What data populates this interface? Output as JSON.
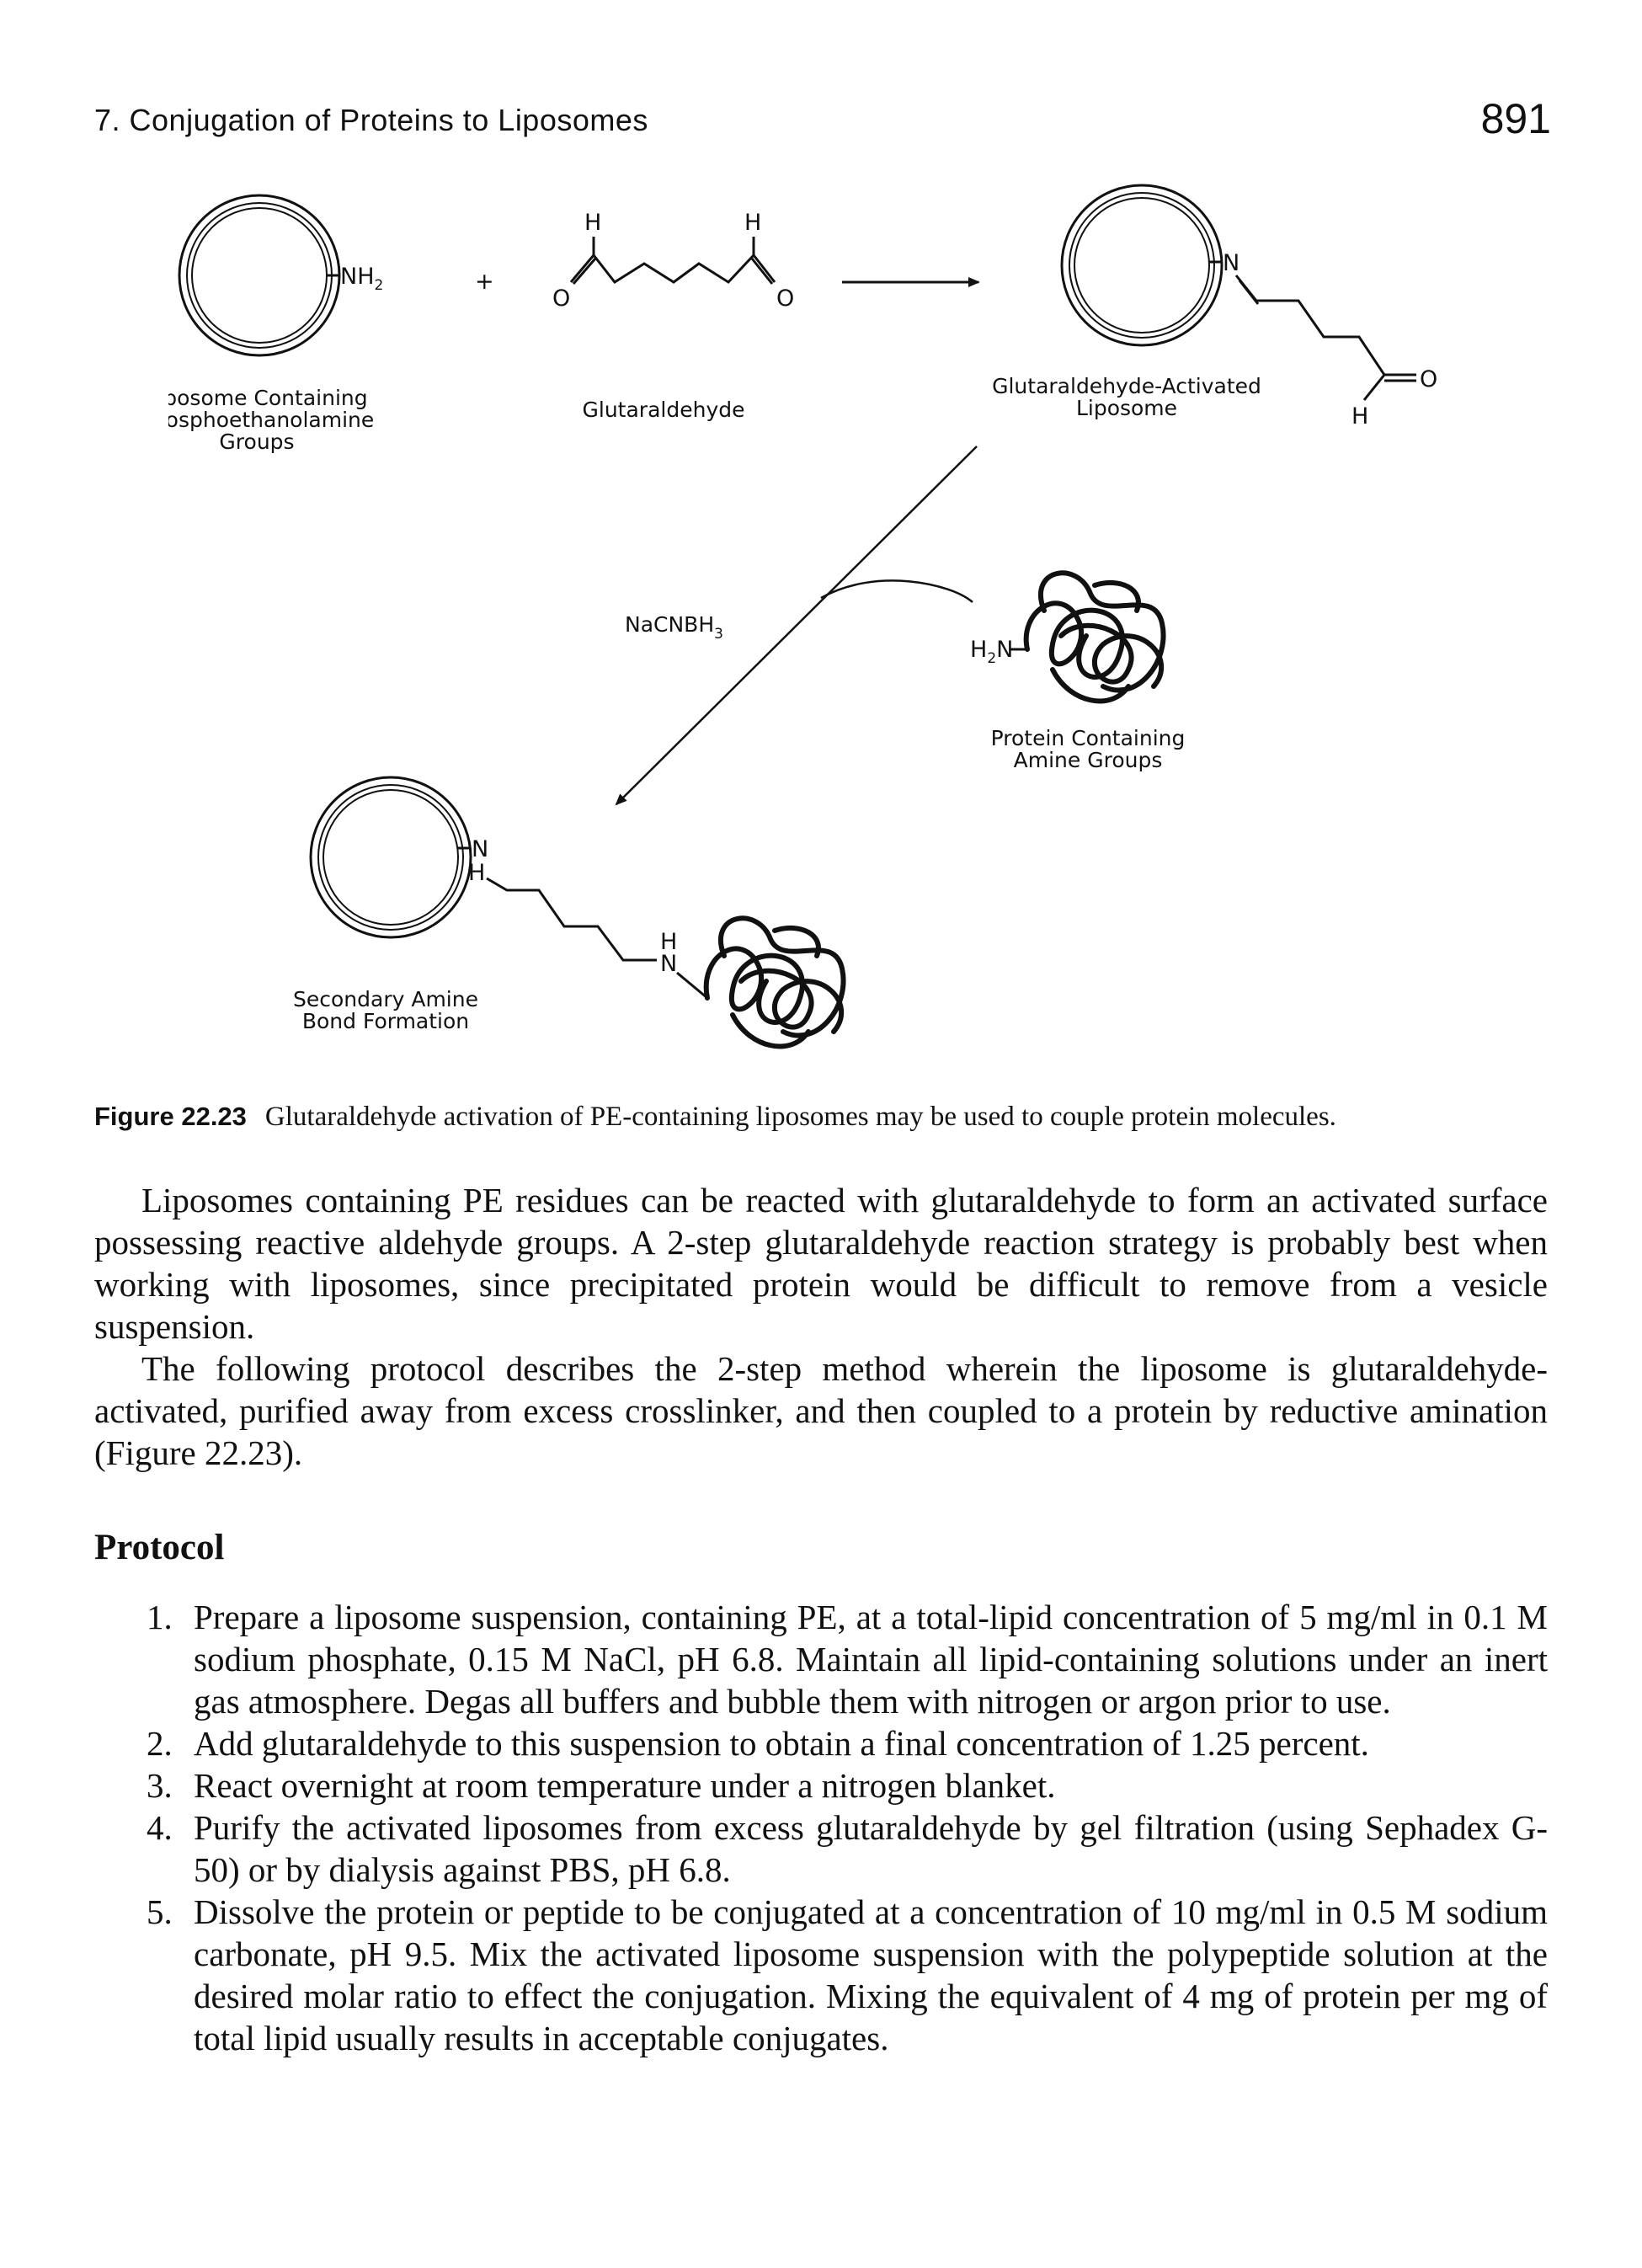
{
  "running_head": {
    "title": "7. Conjugation of Proteins to Liposomes",
    "page_number": "891"
  },
  "figure": {
    "label_liposome_pe": [
      "Liposome Containing",
      "Phosphoethanolamine",
      "Groups"
    ],
    "label_glutaraldehyde": "Glutaraldehyde",
    "label_activated": [
      "Glutaraldehyde-Activated",
      "Liposome"
    ],
    "label_reductant": "NaCNBH",
    "label_reductant_sub": "3",
    "label_protein": [
      "Protein Containing",
      "Amine Groups"
    ],
    "label_product": [
      "Secondary Amine",
      "Bond Formation"
    ],
    "plus": "+",
    "atoms": {
      "nh2": "NH",
      "nh2_sub": "2",
      "h": "H",
      "o": "O",
      "n": "N",
      "h2n_h": "H",
      "h2n_sub": "2",
      "h2n_n": "N"
    }
  },
  "caption": {
    "label": "Figure 22.23",
    "text": "Glutaraldehyde activation of PE-containing liposomes may be used to couple protein molecules."
  },
  "paragraphs": [
    "Liposomes containing PE residues can be reacted with glutaraldehyde to form an activated surface possessing reactive aldehyde groups. A 2-step glutaraldehyde reaction strategy is probably best when working with liposomes, since precipitated protein would be difficult to remove from a vesicle suspension.",
    "The following protocol describes the 2-step method wherein the liposome is glutaraldehyde-activated, purified away from excess crosslinker, and then coupled to a protein by reductive amination (Figure 22.23)."
  ],
  "protocol": {
    "heading": "Protocol",
    "steps": [
      {
        "num": "1.",
        "text": "Prepare a liposome suspension, containing PE, at a total-lipid concentration of 5 mg/ml in 0.1 M sodium phosphate, 0.15 M NaCl, pH 6.8. Maintain all lipid-containing solutions under an inert gas atmosphere. Degas all buffers and bubble them with nitrogen or argon prior to use."
      },
      {
        "num": "2.",
        "text": "Add glutaraldehyde to this suspension to obtain a final concentration of 1.25 percent."
      },
      {
        "num": "3.",
        "text": "React overnight at room temperature under a nitrogen blanket."
      },
      {
        "num": "4.",
        "text": "Purify the activated liposomes from excess glutaraldehyde by gel filtration (using Sephadex G-50) or by dialysis against PBS, pH 6.8."
      },
      {
        "num": "5.",
        "text": "Dissolve the protein or peptide to be conjugated at a concentration of 10 mg/ml in 0.5 M sodium carbonate, pH 9.5. Mix the activated liposome suspension with the polypeptide solution at the desired molar ratio to effect the conjugation. Mixing the equivalent of 4 mg of protein per mg of total lipid usually results in acceptable conjugates."
      }
    ]
  }
}
